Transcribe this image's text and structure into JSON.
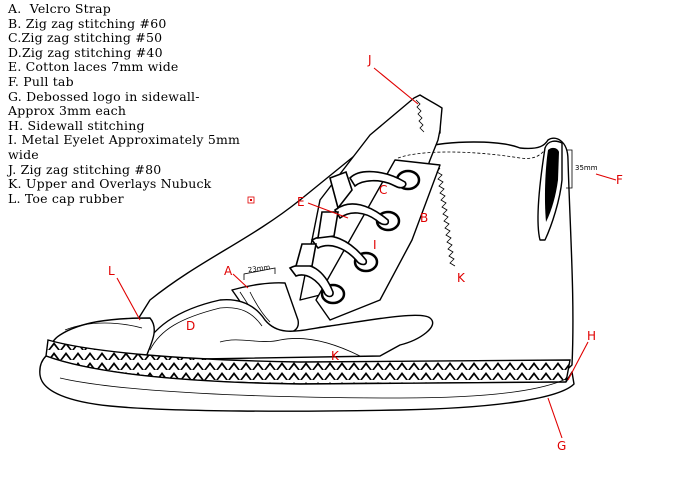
{
  "legend": [
    "A.  Velcro Strap",
    "B. Zig zag stitching #60",
    "C.Zig zag stitching #50",
    "D.Zig zag stitching #40",
    "E. Cotton laces 7mm wide",
    "F. Pull tab",
    "G. Debossed logo in sidewall-\nApprox 3mm each",
    "H. Sidewall stitching",
    "I. Metal Eyelet Approximately 5mm\nwide",
    "J. Zig zag stitching #80",
    "K. Upper and Overlays Nubuck",
    "L. Toe cap rubber"
  ],
  "callouts": {
    "A": "A",
    "B": "B",
    "C": "C",
    "D": "D",
    "E": "E",
    "F": "F",
    "G": "G",
    "H": "H",
    "I": "I",
    "J": "J",
    "K1": "K",
    "K2": "K",
    "L": "L"
  },
  "dimensions": {
    "strap": "23mm",
    "pull_tab": "35mm"
  },
  "colors": {
    "callout": "#e00000",
    "outline": "#000000"
  }
}
